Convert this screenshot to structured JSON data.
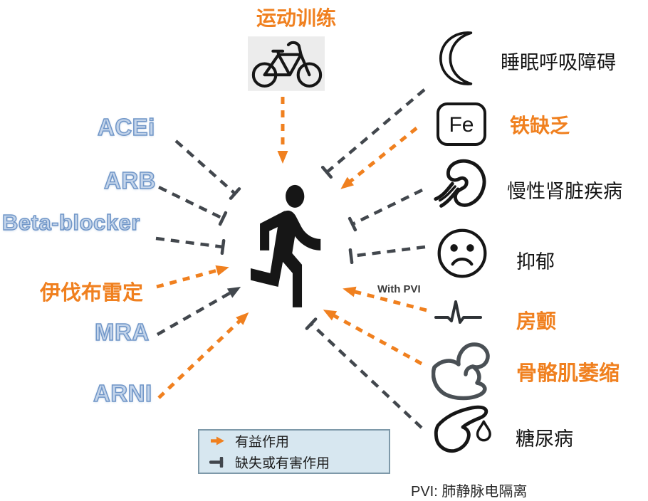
{
  "colors": {
    "orange": "#F0801F",
    "dark": "#42474D",
    "black_text": "#141414",
    "blue_fill": "#c3d4ea",
    "blue_stroke": "#7096C8",
    "legend_bg": "#D7E7F0",
    "legend_border": "#7E99A9",
    "icon_gray_bg": "#ECECEC"
  },
  "top": {
    "label": "运动训练",
    "icon": "bicycle-icon",
    "effect": "beneficial"
  },
  "center": {
    "figure": "running-person"
  },
  "left_items": [
    {
      "label": "ACEi",
      "style": "blue-wordart",
      "effect": "absent-or-harmful"
    },
    {
      "label": "ARB",
      "style": "blue-wordart",
      "effect": "absent-or-harmful"
    },
    {
      "label": "Beta-blocker",
      "style": "blue-wordart",
      "effect": "absent-or-harmful"
    },
    {
      "label": "伊伐布雷定",
      "style": "orange",
      "effect": "beneficial"
    },
    {
      "label": "MRA",
      "style": "blue-wordart",
      "effect": "dark-arrow"
    },
    {
      "label": "ARNI",
      "style": "blue-wordart",
      "effect": "beneficial"
    }
  ],
  "right_items": [
    {
      "label": "睡眠呼吸障碍",
      "icon": "moon-icon",
      "style": "black",
      "effect": "absent-or-harmful"
    },
    {
      "label": "铁缺乏",
      "icon": "fe-box-icon",
      "icon_symbol": "Fe",
      "style": "orange",
      "effect": "beneficial"
    },
    {
      "label": "慢性肾脏疾病",
      "icon": "kidney-icon",
      "style": "black",
      "effect": "absent-or-harmful"
    },
    {
      "label": "抑郁",
      "icon": "sad-face-icon",
      "style": "black",
      "effect": "absent-or-harmful"
    },
    {
      "label": "房颤",
      "icon": "ecg-trace-icon",
      "style": "orange",
      "effect": "beneficial",
      "arrow_note": "With PVI"
    },
    {
      "label": "骨骼肌萎缩",
      "icon": "flexed-arm-icon",
      "style": "orange",
      "effect": "beneficial"
    },
    {
      "label": "糖尿病",
      "icon": "finger-prick-hand-icon",
      "style": "black",
      "effect": "absent-or-harmful"
    }
  ],
  "legend": {
    "items": [
      {
        "marker": "orange-arrow",
        "label": "有益作用"
      },
      {
        "marker": "blunted-bar",
        "label": "缺失或有害作用"
      }
    ]
  },
  "footnote": "PVI: 肺静脉电隔离"
}
